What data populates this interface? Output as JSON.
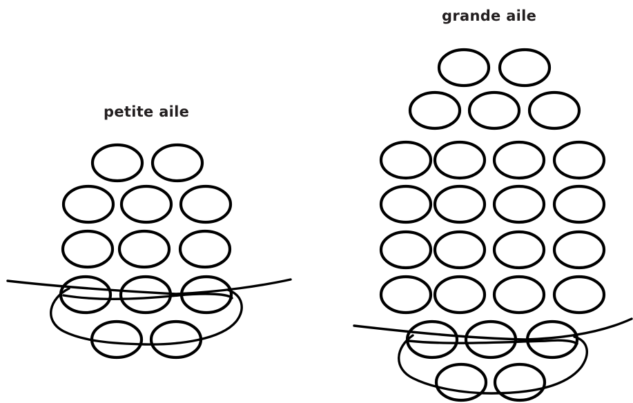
{
  "small_wing": {
    "label": "petite aile",
    "row_bead_counts": [
      2,
      3,
      3,
      3,
      2
    ]
  },
  "large_wing": {
    "label": "grande aile",
    "row_bead_counts": [
      2,
      3,
      4,
      4,
      4,
      4,
      3,
      2
    ]
  },
  "colors": {
    "ink": "#000000",
    "label": "#231f20",
    "background": "#ffffff"
  }
}
